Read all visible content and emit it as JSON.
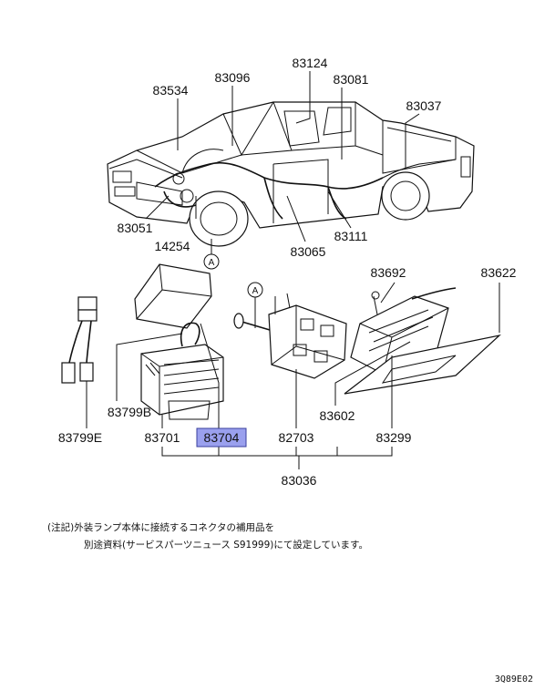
{
  "labels": {
    "p83124": "83124",
    "p83096": "83096",
    "p83081": "83081",
    "p83534": "83534",
    "p83037": "83037",
    "p83051": "83051",
    "p14254": "14254",
    "p83065": "83065",
    "p83111": "83111",
    "p83692": "83692",
    "p83622": "83622",
    "p83799B": "83799B",
    "p83602": "83602",
    "p83799E": "83799E",
    "p83701": "83701",
    "p83704": "83704",
    "p82703": "82703",
    "p83299": "83299",
    "p83036": "83036"
  },
  "ref_marks": {
    "a1": "A",
    "a2": "A"
  },
  "note": {
    "line1": "(注記)外装ランプ本体に接続するコネクタの補用品を",
    "line2": "別途資料(サービスパーツニュース S91999)にて設定しています。"
  },
  "diagram_code": "3Q89E02",
  "highlight": {
    "part": "83704",
    "color": "#9aa0ee"
  }
}
